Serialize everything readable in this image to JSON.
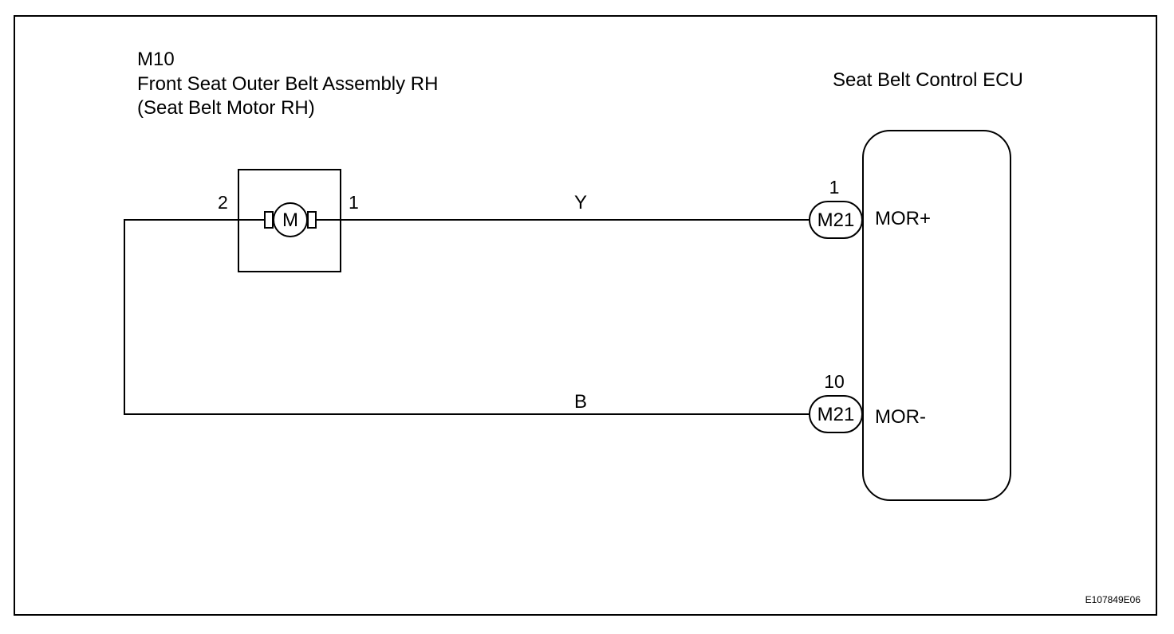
{
  "component": {
    "code": "M10",
    "name": "Front Seat Outer Belt Assembly RH",
    "subname": "(Seat Belt Motor RH)",
    "motor_symbol": "M",
    "pins": {
      "left": "2",
      "right": "1"
    }
  },
  "ecu": {
    "name": "Seat Belt Control ECU",
    "terminals": [
      {
        "pin": "1",
        "connector": "M21",
        "label": "MOR+"
      },
      {
        "pin": "10",
        "connector": "M21",
        "label": "MOR-"
      }
    ]
  },
  "wires": [
    {
      "color": "Y",
      "from": "M10 pin 1",
      "to": "MOR+"
    },
    {
      "color": "B",
      "from": "M10 pin 2",
      "to": "MOR-"
    }
  ],
  "figure_code": "E107849E06"
}
